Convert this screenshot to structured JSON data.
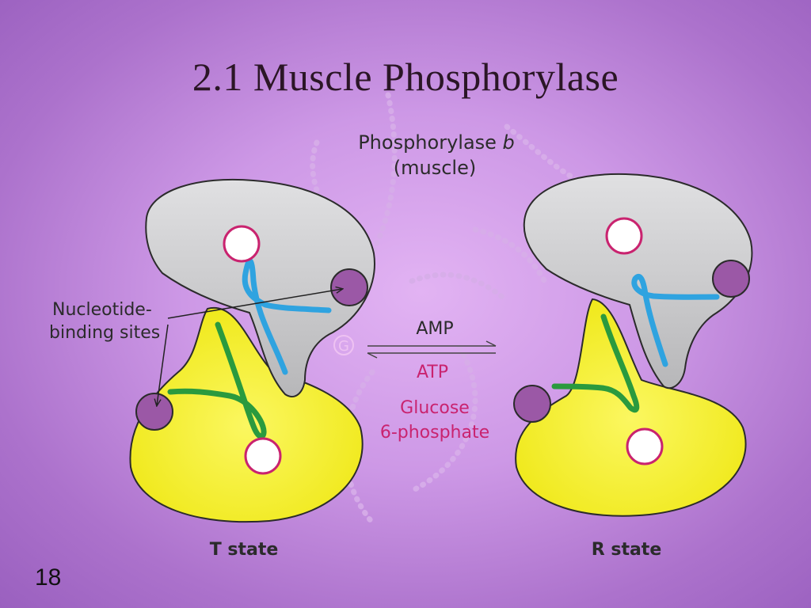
{
  "slide": {
    "title": "2.1 Muscle Phosphorylase",
    "number": "18"
  },
  "diagram": {
    "enzyme_title_prefix": "Phosphorylase ",
    "enzyme_title_italic": "b",
    "enzyme_subtitle": "(muscle)",
    "callout_line1": "Nucleotide-",
    "callout_line2": "binding sites",
    "forward_effector": "AMP",
    "reverse_effectors": [
      "ATP",
      "Glucose",
      "6-phosphate"
    ],
    "watermark_letter": "G",
    "left_state": "T state",
    "right_state": "R state",
    "colors": {
      "upper_subunit": "#c9c9cb",
      "lower_subunit": "#f6f12e",
      "upper_helix": "#2fa3e0",
      "lower_helix": "#2a9a3e",
      "nucleotide_site": "#9b58a6",
      "active_site_ring": "#c9236f",
      "effector_text": "#c9236f"
    }
  }
}
